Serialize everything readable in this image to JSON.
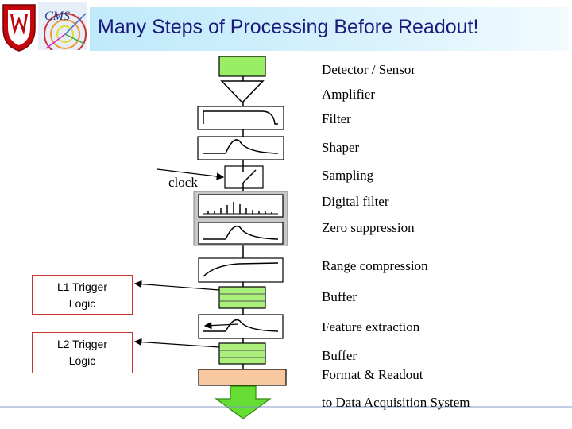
{
  "header": {
    "title": "Many Steps of Processing Before Readout!",
    "logo_text": "CMS"
  },
  "stages": [
    {
      "label": "Detector / Sensor"
    },
    {
      "label": "Amplifier"
    },
    {
      "label": "Filter"
    },
    {
      "label": "Shaper"
    },
    {
      "label": "Sampling"
    },
    {
      "label": "Digital filter"
    },
    {
      "label": "Zero suppression"
    },
    {
      "label": "Range compression"
    },
    {
      "label": "Buffer"
    },
    {
      "label": "Feature extraction"
    },
    {
      "label": "Buffer"
    },
    {
      "label": "Format & Readout"
    },
    {
      "label": "to Data Acquisition System"
    }
  ],
  "clock": {
    "label": "clock"
  },
  "triggers": [
    {
      "line1": "L1 Trigger",
      "line2": "Logic"
    },
    {
      "line1": "L2 Trigger",
      "line2": "Logic"
    }
  ],
  "colors": {
    "sensor_green": "#99ee66",
    "buffer_green": "#aaf07a",
    "readout_orange": "#f8c9a0",
    "arrow_green": "#66dd33",
    "title_text": "#1a1a7a",
    "trigger_border": "#cc3333"
  }
}
